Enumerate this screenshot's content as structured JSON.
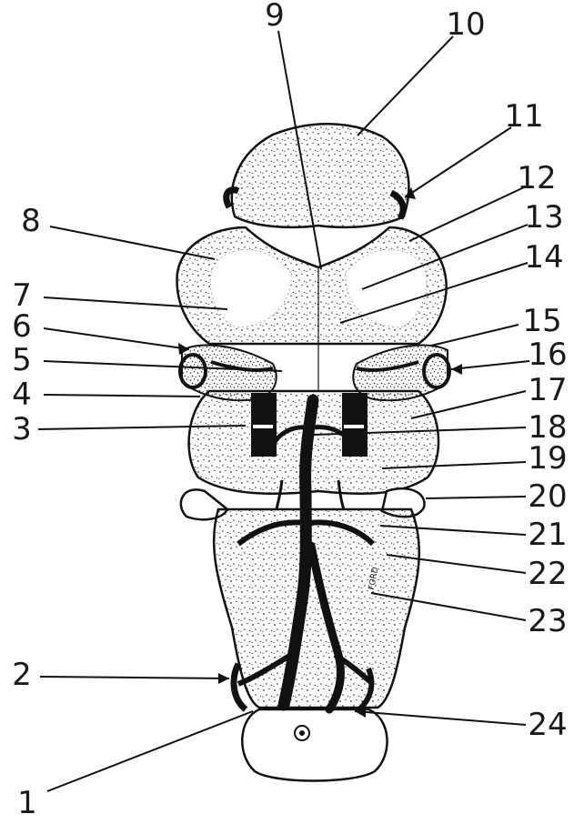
{
  "diagram": {
    "labels": [
      "1",
      "2",
      "3",
      "4",
      "5",
      "6",
      "7",
      "8",
      "9",
      "10",
      "11",
      "12",
      "13",
      "14",
      "15",
      "16",
      "17",
      "18",
      "19",
      "20",
      "21",
      "22",
      "23",
      "24"
    ]
  },
  "artist_signature": "FORD"
}
